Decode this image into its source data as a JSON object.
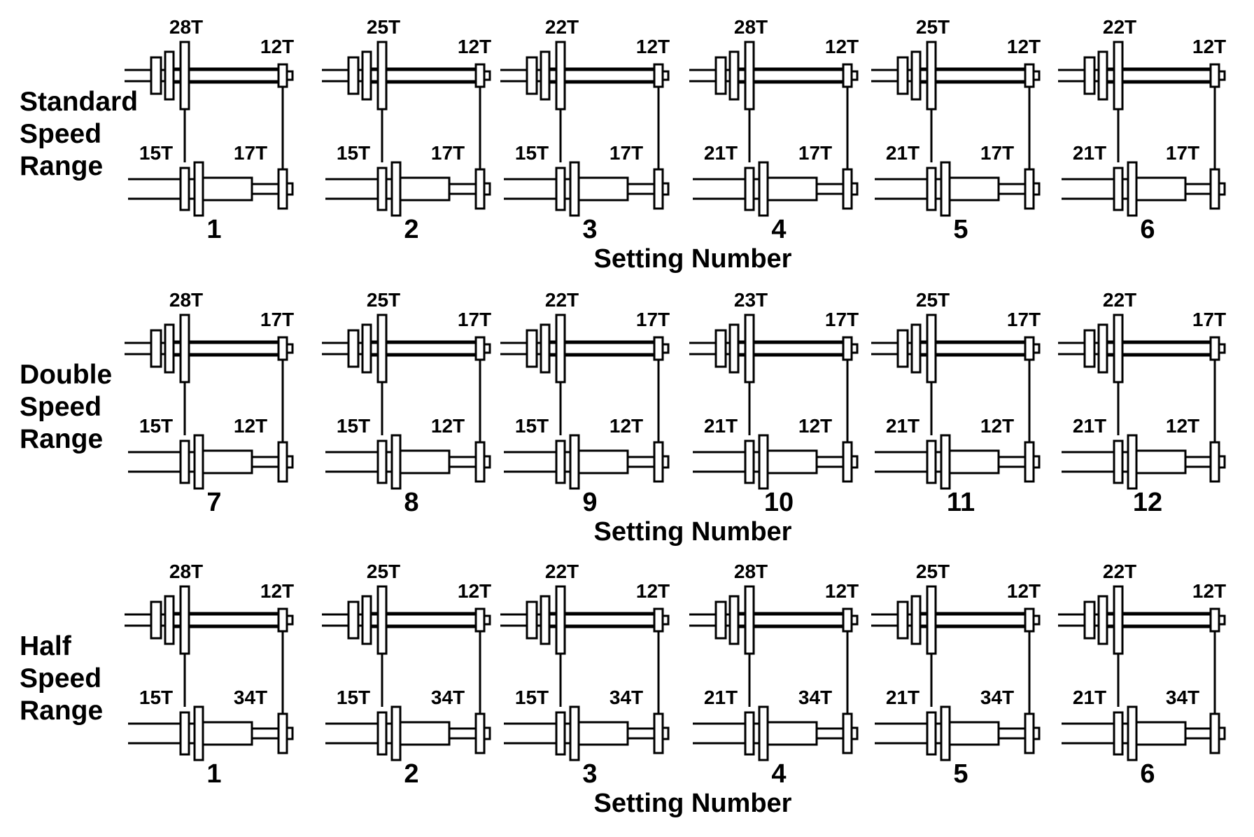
{
  "colors": {
    "ink": "#000000",
    "background": "#ffffff"
  },
  "rows": [
    {
      "label": [
        "Standard",
        "Speed",
        "Range"
      ],
      "caption": "Setting Number",
      "settings": [
        {
          "number": "1",
          "top_large": "28T",
          "top_small": "12T",
          "bottom_large": "15T",
          "bottom_small": "17T"
        },
        {
          "number": "2",
          "top_large": "25T",
          "top_small": "12T",
          "bottom_large": "15T",
          "bottom_small": "17T"
        },
        {
          "number": "3",
          "top_large": "22T",
          "top_small": "12T",
          "bottom_large": "15T",
          "bottom_small": "17T"
        },
        {
          "number": "4",
          "top_large": "28T",
          "top_small": "12T",
          "bottom_large": "21T",
          "bottom_small": "17T"
        },
        {
          "number": "5",
          "top_large": "25T",
          "top_small": "12T",
          "bottom_large": "21T",
          "bottom_small": "17T"
        },
        {
          "number": "6",
          "top_large": "22T",
          "top_small": "12T",
          "bottom_large": "21T",
          "bottom_small": "17T"
        }
      ]
    },
    {
      "label": [
        "Double",
        "Speed",
        "Range"
      ],
      "caption": "Setting Number",
      "settings": [
        {
          "number": "7",
          "top_large": "28T",
          "top_small": "17T",
          "bottom_large": "15T",
          "bottom_small": "12T"
        },
        {
          "number": "8",
          "top_large": "25T",
          "top_small": "17T",
          "bottom_large": "15T",
          "bottom_small": "12T"
        },
        {
          "number": "9",
          "top_large": "22T",
          "top_small": "17T",
          "bottom_large": "15T",
          "bottom_small": "12T"
        },
        {
          "number": "10",
          "top_large": "23T",
          "top_small": "17T",
          "bottom_large": "21T",
          "bottom_small": "12T"
        },
        {
          "number": "11",
          "top_large": "25T",
          "top_small": "17T",
          "bottom_large": "21T",
          "bottom_small": "12T"
        },
        {
          "number": "12",
          "top_large": "22T",
          "top_small": "17T",
          "bottom_large": "21T",
          "bottom_small": "12T"
        }
      ]
    },
    {
      "label": [
        "Half",
        "Speed",
        "Range"
      ],
      "caption": "Setting Number",
      "settings": [
        {
          "number": "1",
          "top_large": "28T",
          "top_small": "12T",
          "bottom_large": "15T",
          "bottom_small": "34T"
        },
        {
          "number": "2",
          "top_large": "25T",
          "top_small": "12T",
          "bottom_large": "15T",
          "bottom_small": "34T"
        },
        {
          "number": "3",
          "top_large": "22T",
          "top_small": "12T",
          "bottom_large": "15T",
          "bottom_small": "34T"
        },
        {
          "number": "4",
          "top_large": "28T",
          "top_small": "12T",
          "bottom_large": "21T",
          "bottom_small": "34T"
        },
        {
          "number": "5",
          "top_large": "25T",
          "top_small": "12T",
          "bottom_large": "21T",
          "bottom_small": "34T"
        },
        {
          "number": "6",
          "top_large": "22T",
          "top_small": "12T",
          "bottom_large": "21T",
          "bottom_small": "34T"
        }
      ]
    }
  ]
}
